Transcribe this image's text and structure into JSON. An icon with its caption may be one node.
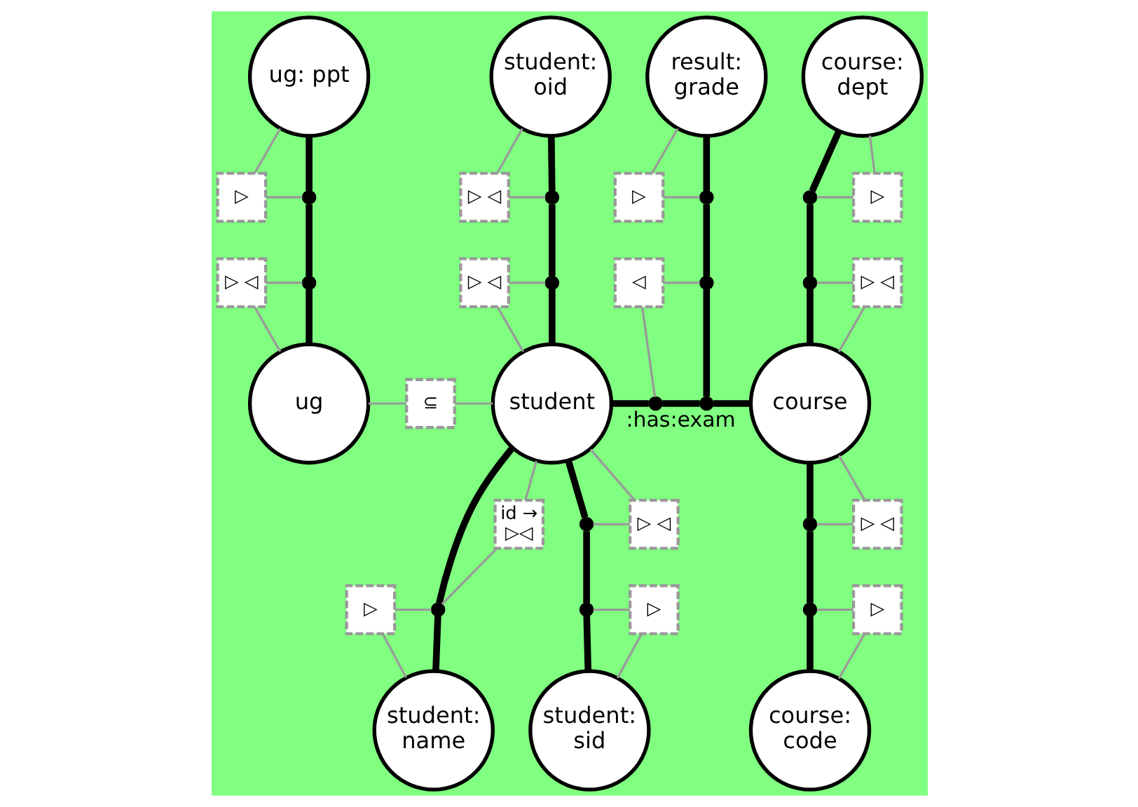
{
  "diagram": {
    "nodes": [
      {
        "text": [
          "ug: ppt"
        ]
      },
      {
        "text": [
          "student: oid"
        ]
      },
      {
        "text": [
          "result: grade"
        ]
      },
      {
        "text": [
          "course: dept"
        ]
      },
      {
        "text": [
          "▷"
        ]
      },
      {
        "text": [],
        "shape": "dot"
      },
      {
        "text": [
          "▷ ◁"
        ]
      },
      {
        "text": [],
        "shape": "dot"
      },
      {
        "text": [
          "▷"
        ]
      },
      {
        "text": [],
        "shape": "dot"
      },
      {
        "text": [],
        "shape": "dot"
      },
      {
        "text": [
          "▷"
        ]
      },
      {
        "text": [
          "▷ ◁"
        ]
      },
      {
        "text": [],
        "shape": "dot"
      },
      {
        "text": [
          "▷ ◁"
        ]
      },
      {
        "text": [],
        "shape": "dot"
      },
      {
        "text": [
          "◁"
        ]
      },
      {
        "text": [],
        "shape": "dot"
      },
      {
        "text": [],
        "shape": "dot"
      },
      {
        "text": [
          "▷ ◁"
        ]
      },
      {
        "text": [
          "ug"
        ]
      },
      {
        "text": [
          "⊆"
        ]
      },
      {
        "text": [
          "student"
        ]
      },
      {
        "text": [],
        "shape": "dot"
      },
      {
        "text": [],
        "shape": "dot",
        "beside": [
          ":has:exam"
        ]
      },
      {
        "text": [
          "course"
        ]
      },
      {
        "text": [
          "id →",
          "▷◁"
        ]
      },
      {
        "text": [],
        "shape": "dot"
      },
      {
        "text": [
          "▷ ◁"
        ]
      },
      {
        "text": [],
        "shape": "dot"
      },
      {
        "text": [
          "▷ ◁"
        ]
      },
      {
        "text": [
          "▷"
        ]
      },
      {
        "text": [],
        "shape": "dot"
      },
      {
        "text": [],
        "shape": "dot"
      },
      {
        "text": [
          "▷"
        ]
      },
      {
        "text": [],
        "shape": "dot"
      },
      {
        "text": [
          "▷"
        ]
      },
      {
        "text": [
          "student: name"
        ]
      },
      {
        "text": [
          "student: sid"
        ]
      },
      {
        "text": [
          "course: code"
        ]
      }
    ],
    "edges": [
      {
        "from": 0,
        "to": 5,
        "arrow": "none",
        "style": "thick",
        "color": "#000000"
      },
      {
        "from": 5,
        "to": 13,
        "arrow": "none",
        "style": "thick",
        "color": "#000000"
      },
      {
        "from": 13,
        "to": 20,
        "arrow": "none",
        "style": "thick",
        "color": "#000000"
      },
      {
        "from": 1,
        "to": 7,
        "arrow": "none",
        "style": "thick",
        "color": "#000000"
      },
      {
        "from": 7,
        "to": 15,
        "arrow": "none",
        "style": "thick",
        "color": "#000000"
      },
      {
        "from": 15,
        "to": 22,
        "arrow": "none",
        "style": "thick",
        "color": "#000000"
      },
      {
        "from": 2,
        "to": 9,
        "arrow": "none",
        "style": "thick",
        "color": "#000000"
      },
      {
        "from": 9,
        "to": 17,
        "arrow": "none",
        "style": "thick",
        "color": "#000000"
      },
      {
        "from": 17,
        "to": 24,
        "arrow": "none",
        "style": "thick",
        "color": "#000000"
      },
      {
        "from": 3,
        "to": 10,
        "arrow": "none",
        "style": "thick",
        "color": "#000000"
      },
      {
        "from": 10,
        "to": 18,
        "arrow": "none",
        "style": "thick",
        "color": "#000000"
      },
      {
        "from": 18,
        "to": 25,
        "arrow": "none",
        "style": "thick",
        "color": "#000000"
      },
      {
        "from": 22,
        "to": 23,
        "arrow": "none",
        "style": "thick",
        "color": "#000000"
      },
      {
        "from": 23,
        "to": 24,
        "arrow": "none",
        "style": "thick",
        "color": "#000000"
      },
      {
        "from": 24,
        "to": 25,
        "arrow": "none",
        "style": "thick",
        "color": "#000000"
      },
      {
        "from": 22,
        "to": 32,
        "arrow": "none",
        "style": "thick",
        "color": "#000000"
      },
      {
        "from": 32,
        "to": 37,
        "arrow": "none",
        "style": "thick",
        "color": "#000000"
      },
      {
        "from": 22,
        "to": 27,
        "arrow": "none",
        "style": "thick",
        "color": "#000000"
      },
      {
        "from": 27,
        "to": 33,
        "arrow": "none",
        "style": "thick",
        "color": "#000000"
      },
      {
        "from": 33,
        "to": 38,
        "arrow": "none",
        "style": "thick",
        "color": "#000000"
      },
      {
        "from": 25,
        "to": 29,
        "arrow": "none",
        "style": "thick",
        "color": "#000000"
      },
      {
        "from": 29,
        "to": 35,
        "arrow": "none",
        "style": "thick",
        "color": "#000000"
      },
      {
        "from": 35,
        "to": 39,
        "arrow": "none",
        "style": "thick",
        "color": "#000000"
      },
      {
        "from": 0,
        "to": 4,
        "arrow": "none"
      },
      {
        "from": 4,
        "to": 5,
        "arrow": "none"
      },
      {
        "from": 1,
        "to": 6,
        "arrow": "none"
      },
      {
        "from": 6,
        "to": 7,
        "arrow": "none"
      },
      {
        "from": 2,
        "to": 8,
        "arrow": "none"
      },
      {
        "from": 8,
        "to": 9,
        "arrow": "none"
      },
      {
        "from": 10,
        "to": 11,
        "arrow": "none"
      },
      {
        "from": 11,
        "to": 3,
        "arrow": "none"
      },
      {
        "from": 12,
        "to": 13,
        "arrow": "none"
      },
      {
        "from": 12,
        "to": 20,
        "arrow": "none"
      },
      {
        "from": 14,
        "to": 15,
        "arrow": "none"
      },
      {
        "from": 14,
        "to": 22,
        "arrow": "none"
      },
      {
        "from": 16,
        "to": 17,
        "arrow": "none"
      },
      {
        "from": 16,
        "to": 23,
        "arrow": "none"
      },
      {
        "from": 18,
        "to": 19,
        "arrow": "none"
      },
      {
        "from": 19,
        "to": 25,
        "arrow": "none"
      },
      {
        "from": 20,
        "to": 21,
        "arrow": "none"
      },
      {
        "from": 21,
        "to": 22,
        "arrow": "none"
      },
      {
        "from": 22,
        "to": 26,
        "arrow": "none"
      },
      {
        "from": 26,
        "to": 32,
        "arrow": "none"
      },
      {
        "from": 27,
        "to": 28,
        "arrow": "none"
      },
      {
        "from": 28,
        "to": 22,
        "arrow": "none"
      },
      {
        "from": 29,
        "to": 30,
        "arrow": "none"
      },
      {
        "from": 30,
        "to": 25,
        "arrow": "none"
      },
      {
        "from": 37,
        "to": 31,
        "arrow": "none"
      },
      {
        "from": 31,
        "to": 32,
        "arrow": "none"
      },
      {
        "from": 33,
        "to": 34,
        "arrow": "none"
      },
      {
        "from": 34,
        "to": 38,
        "arrow": "none"
      },
      {
        "from": 35,
        "to": 36,
        "arrow": "none"
      },
      {
        "from": 36,
        "to": 39,
        "arrow": "none"
      }
    ]
  }
}
